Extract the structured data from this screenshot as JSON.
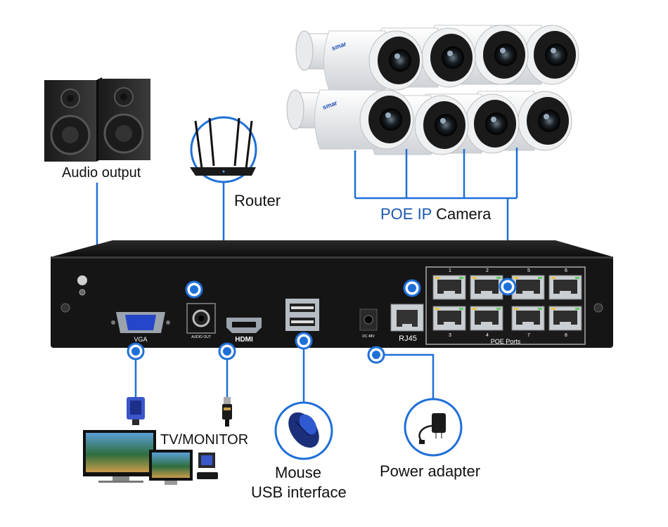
{
  "labels": {
    "audio_output": "Audio output",
    "router": "Router",
    "poe_prefix": "POE IP",
    "poe_suffix": "Camera",
    "tv_monitor": "TV/MONITOR",
    "mouse": "Mouse",
    "usb_interface": "USB interface",
    "power_adapter": "Power adapter"
  },
  "nvr": {
    "vga": "VGA",
    "audio_out": "AUDIO OUT",
    "hdmi": "HDMI",
    "dc": "DC 48V",
    "rj45": "RJ45",
    "poe_ports": "POE Ports",
    "port_numbers_top": [
      "1",
      "2",
      "5",
      "6"
    ],
    "port_numbers_bottom": [
      "3",
      "4",
      "7",
      "8"
    ]
  },
  "camera_brand": "smar",
  "colors": {
    "connector": "#1f6fd8",
    "poe_text": "#1a56b0",
    "nvr_body": "#151515"
  }
}
